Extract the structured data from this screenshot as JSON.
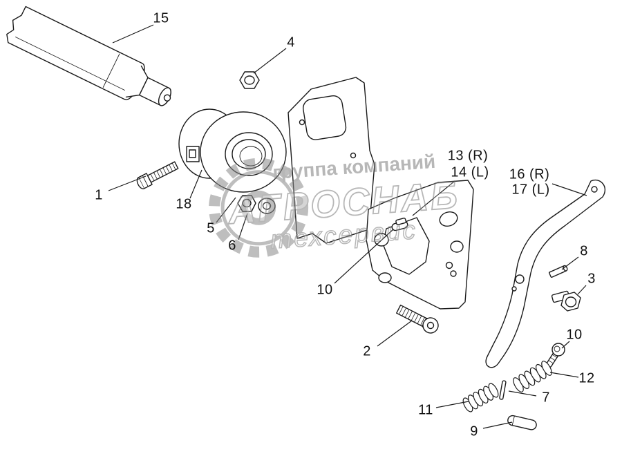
{
  "figure": {
    "type": "exploded-parts-diagram",
    "colors": {
      "background": "#ffffff",
      "line": "#1a1a1a",
      "watermark": "#7d7d7d"
    }
  },
  "watermark": {
    "line1": "группа компаний",
    "line2": "АГРОСНАБ",
    "line3": "техсервис"
  },
  "callouts": {
    "c1": {
      "text": "1"
    },
    "c2": {
      "text": "2"
    },
    "c3": {
      "text": "3"
    },
    "c4": {
      "text": "4"
    },
    "c5": {
      "text": "5"
    },
    "c6": {
      "text": "6"
    },
    "c7": {
      "text": "7"
    },
    "c8": {
      "text": "8"
    },
    "c9": {
      "text": "9"
    },
    "c10a": {
      "text": "10"
    },
    "c10b": {
      "text": "10"
    },
    "c11": {
      "text": "11"
    },
    "c12": {
      "text": "12"
    },
    "c13": {
      "text": "13 (R)"
    },
    "c14": {
      "text": "14 (L)"
    },
    "c15": {
      "text": "15"
    },
    "c16": {
      "text": "16 (R)"
    },
    "c17": {
      "text": "17 (L)"
    },
    "c18": {
      "text": "18"
    }
  }
}
